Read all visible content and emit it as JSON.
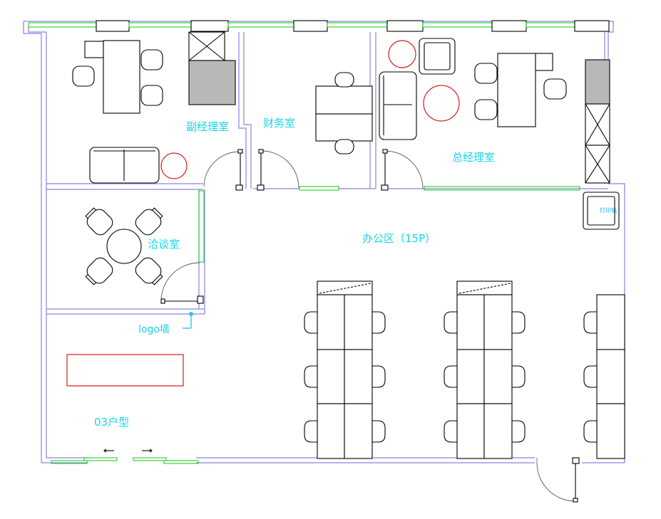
{
  "rooms": {
    "deputy_manager_office": "副经理室",
    "finance_office": "财务室",
    "general_manager_office": "总经理室",
    "meeting_room": "洽谈室",
    "office_area": "办公区（15P）",
    "logo_wall": "logo墙",
    "unit_type": "03户型"
  },
  "equipment": {
    "printer": "打印机"
  },
  "colors": {
    "label": "#16d4e8",
    "wall": "#8a83e0",
    "window": "#22d022",
    "plant": "#e01818",
    "furniture": "#000000",
    "storage_fill": "#b8b8b8"
  }
}
